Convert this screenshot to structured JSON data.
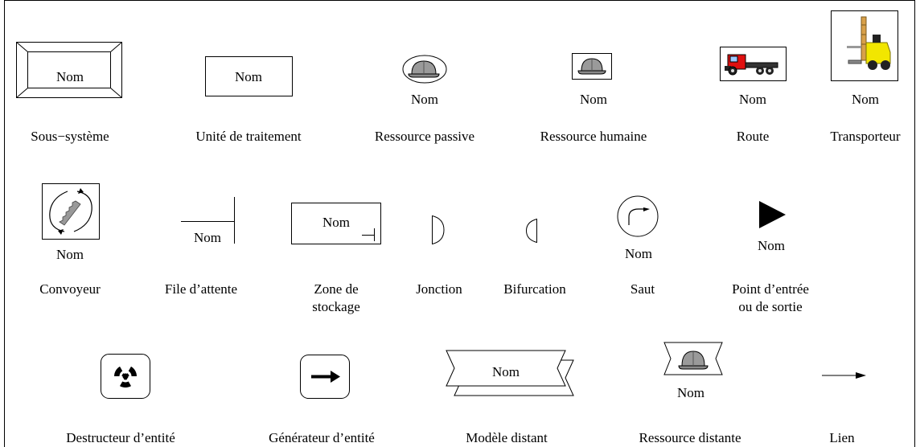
{
  "legend": {
    "symbol_name": "Nom",
    "labels": {
      "sous_systeme": "Sous−système",
      "unite_traitement": "Unité de traitement",
      "ressource_passive": "Ressource passive",
      "ressource_humaine": "Ressource humaine",
      "route": "Route",
      "transporteur": "Transporteur",
      "convoyeur": "Convoyeur",
      "file_attente": "File d’attente",
      "zone_stockage_1": "Zone de",
      "zone_stockage_2": "stockage",
      "jonction": "Jonction",
      "bifurcation": "Bifurcation",
      "saut": "Saut",
      "point_es_1": "Point d’entrée",
      "point_es_2": "ou de sortie",
      "destructeur": "Destructeur d’entité",
      "generateur": "Générateur d’entité",
      "modele_distant": "Modèle distant",
      "ressource_distante": "Ressource distante",
      "lien": "Lien"
    }
  },
  "icons": {
    "helmet": "helmet-icon",
    "truck": "truck-icon",
    "forklift": "forklift-icon",
    "conveyor": "conveyor-icon",
    "radiation": "radiation-icon",
    "arrow": "arrow-icon"
  },
  "colors": {
    "line": "#000000",
    "helmet_fill": "#9a9a9a",
    "truck_red": "#e01010",
    "forklift_yellow": "#f2e600"
  }
}
